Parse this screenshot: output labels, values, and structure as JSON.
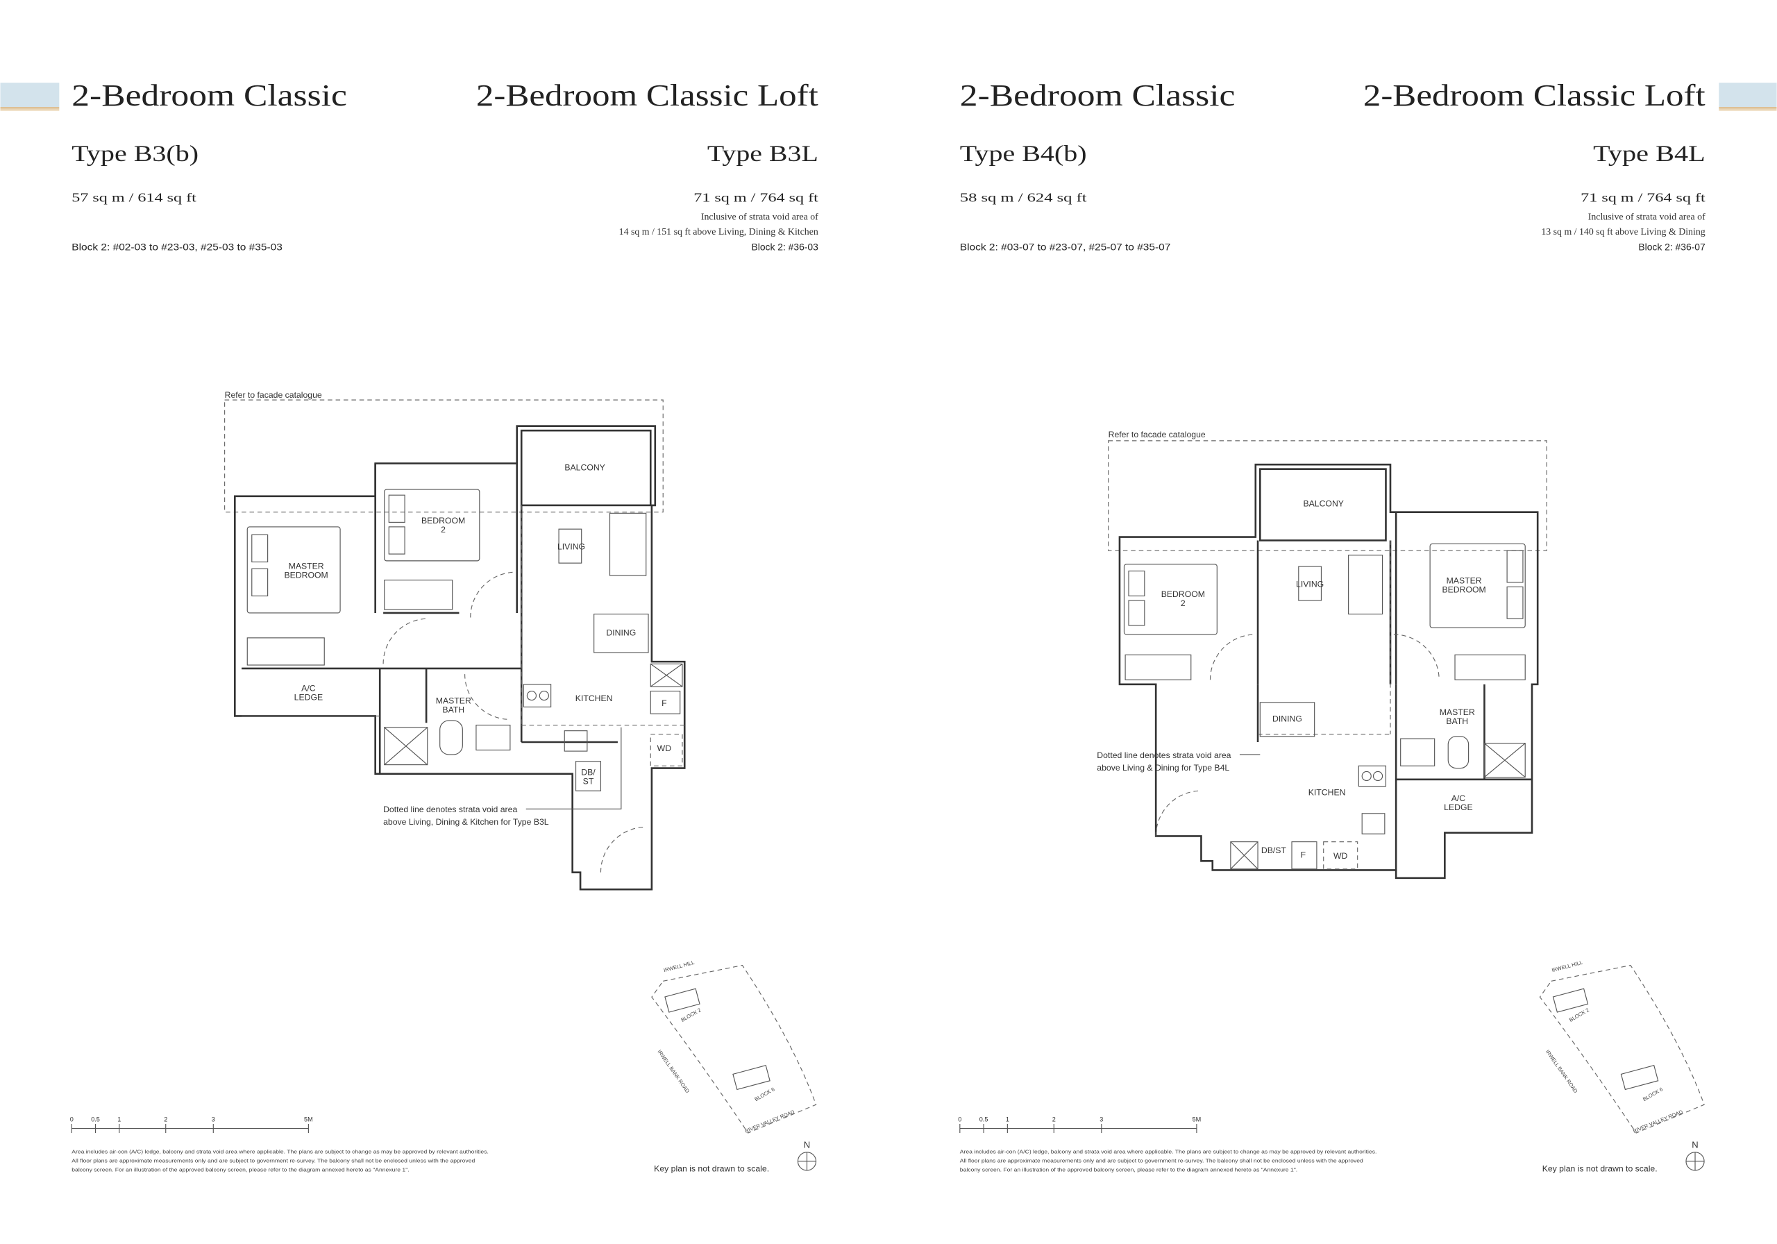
{
  "colors": {
    "accent_blue": "#d3e3ec",
    "accent_gold": "#d9b98a",
    "text": "#222222"
  },
  "pages": [
    {
      "left": {
        "title": "2-Bedroom Classic",
        "type": "Type B3(b)",
        "area": "57 sq m / 614 sq ft",
        "block": "Block 2: #02-03 to #23-03, #25-03 to #35-03"
      },
      "right": {
        "title": "2-Bedroom Classic Loft",
        "type": "Type B3L",
        "area": "71 sq m / 764 sq ft",
        "void_note_1": "Inclusive of strata void area of",
        "void_note_2": "14 sq m / 151 sq ft above Living, Dining & Kitchen",
        "block": "Block 2: #36-03"
      },
      "plan": {
        "facade": "Refer to facade catalogue",
        "balcony": "BALCONY",
        "bedroom2_a": "BEDROOM",
        "bedroom2_b": "2",
        "master_a": "MASTER",
        "master_b": "BEDROOM",
        "living": "LIVING",
        "dining": "DINING",
        "kitchen": "KITCHEN",
        "ac_a": "A/C",
        "ac_b": "LEDGE",
        "bath_a": "MASTER",
        "bath_b": "BATH",
        "fridge": "F",
        "wd": "WD",
        "dbst_a": "DB/",
        "dbst_b": "ST",
        "annotation_1": "Dotted line denotes strata void area",
        "annotation_2": "above Living, Dining & Kitchen for Type B3L"
      }
    },
    {
      "left": {
        "title": "2-Bedroom Classic",
        "type": "Type B4(b)",
        "area": "58 sq m / 624 sq ft",
        "block": "Block 2: #03-07 to #23-07, #25-07 to #35-07"
      },
      "right": {
        "title": "2-Bedroom Classic Loft",
        "type": "Type B4L",
        "area": "71 sq m / 764 sq ft",
        "void_note_1": "Inclusive of strata void area of",
        "void_note_2": "13 sq m / 140 sq ft above Living & Dining",
        "block": "Block 2: #36-07"
      },
      "plan": {
        "facade": "Refer to facade catalogue",
        "balcony": "BALCONY",
        "bedroom2_a": "BEDROOM",
        "bedroom2_b": "2",
        "master_a": "MASTER",
        "master_b": "BEDROOM",
        "living": "LIVING",
        "dining": "DINING",
        "kitchen": "KITCHEN",
        "ac_a": "A/C",
        "ac_b": "LEDGE",
        "bath_a": "MASTER",
        "bath_b": "BATH",
        "fridge": "F",
        "wd": "WD",
        "dbst": "DB/ST",
        "annotation_1": "Dotted line denotes strata void area",
        "annotation_2": "above Living & Dining for Type B4L"
      }
    }
  ],
  "scale": {
    "labels": [
      "0",
      "0.5",
      "1",
      "2",
      "3",
      "5M"
    ]
  },
  "disclaimer": [
    "Area includes air-con (A/C) ledge, balcony and strata void area where applicable. The plans are subject to change as may be approved by relevant authorities.",
    "All floor plans are approximate measurements only and are subject to government re-survey. The balcony shall not be enclosed unless with the approved",
    "balcony screen. For an illustration of the approved balcony screen, please refer to the diagram annexed hereto as \"Annexure 1\"."
  ],
  "keyplan": {
    "irwell_hill": "IRWELL HILL",
    "block2": "BLOCK 2",
    "irwell_bank": "IRWELL BANK ROAD",
    "block6": "BLOCK 6",
    "river_valley": "RIVER VALLEY ROAD",
    "north": "N",
    "note": "Key plan is not drawn to scale."
  }
}
